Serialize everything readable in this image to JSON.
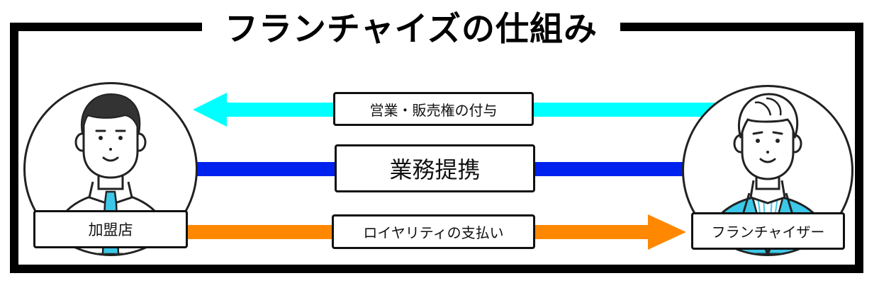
{
  "title": "フランチャイズの仕組み",
  "parties": {
    "left": {
      "label": "加盟店",
      "icon": "man-shirt-tie-avatar"
    },
    "right": {
      "label": "フランチャイザー",
      "icon": "man-suit-avatar"
    }
  },
  "flows": [
    {
      "label": "営業・販売権の付与",
      "direction": "right-to-left",
      "color": "#00FFFF"
    },
    {
      "label": "業務提携",
      "direction": "both",
      "color": "#0022EE"
    },
    {
      "label": "ロイヤリティの支払い",
      "direction": "left-to-right",
      "color": "#FF8800"
    }
  ],
  "colors": {
    "frame": "#000000",
    "accent_clothing": "#3CC8E8"
  }
}
